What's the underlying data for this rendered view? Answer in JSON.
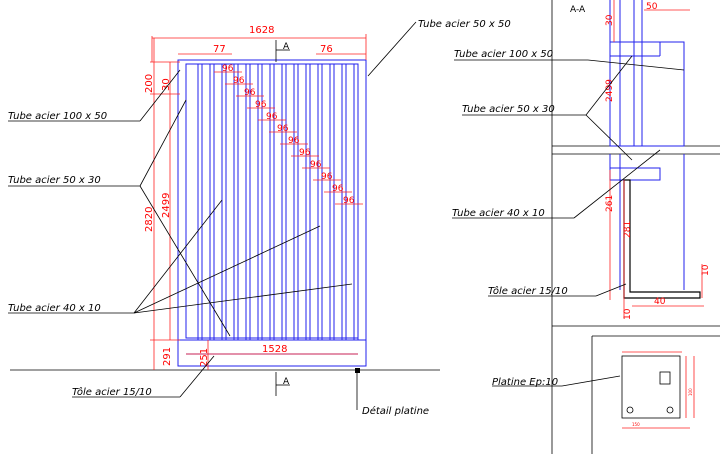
{
  "labels": {
    "tube_50x50": "Tube acier 50 x 50",
    "tube_100x50": "Tube acier  100 x 50",
    "tube_50x30": "Tube acier  50 x 30",
    "tube_40x10": "Tube acier  40 x 10",
    "tole": "Tôle acier  15/10",
    "detail_platine": "Détail platine",
    "section_aa": "A-A",
    "section_a": "A",
    "right_tube_100x50": "Tube acier  100 x 50",
    "right_tube_50x30": "Tube acier 50 x 30",
    "right_tube_40x10": "Tube acier 40 x 10",
    "right_tole": "Tôle acier  15/10",
    "platine": "Platine Ep:10"
  },
  "dims": {
    "total_width": "1628",
    "inner_width": "1528",
    "gap_left": "77",
    "gap_right": "76",
    "bar_spacing": "96",
    "height_total": "2820",
    "height_inner": "2499",
    "top_200": "200",
    "top_30": "30",
    "bottom_291": "291",
    "bottom_251": "251",
    "aa_50": "50",
    "aa_30": "30",
    "aa_2499": "2499",
    "aa_261": "261",
    "aa_281": "281",
    "aa_10": "10",
    "aa_40": "40",
    "aa_10b": "10",
    "plate_150": "150",
    "plate_100": "100"
  }
}
